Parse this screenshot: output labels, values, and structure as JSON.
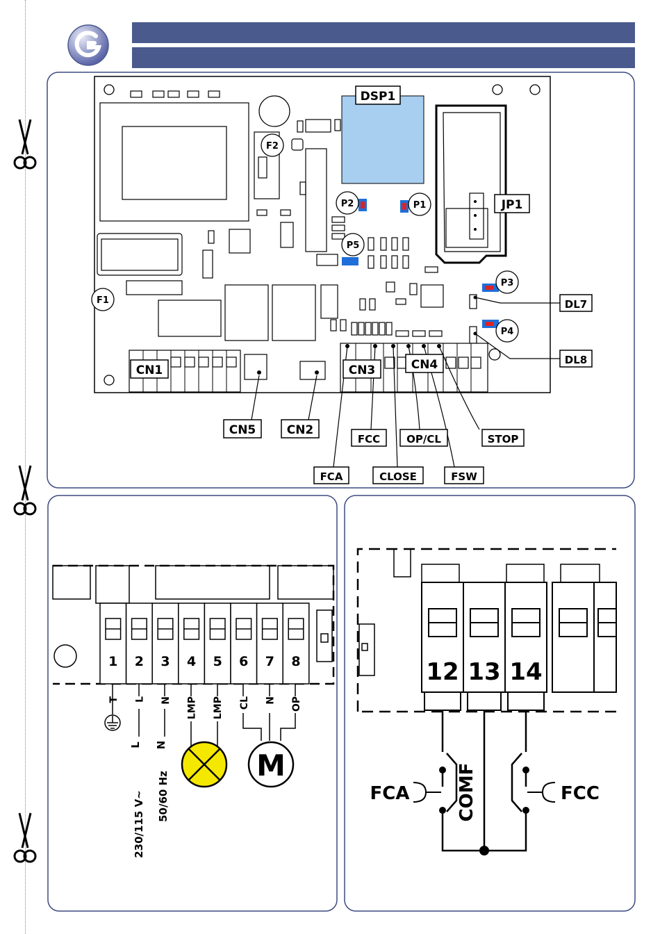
{
  "colors": {
    "header_bar": "#4b5a8c",
    "frame_stroke": "#3d4a80",
    "display_fill": "#a8cef0",
    "trimmer_fill": "#1e6fd9",
    "trimmer_dot": "#d22",
    "lamp_fill": "#f5e800",
    "logo_fill": "#8c95c8"
  },
  "icons": {
    "logo": "logo-icon",
    "scissors": "scissors-icon",
    "ground": "ground-icon",
    "lamp": "lamp-icon",
    "motor": "motor-icon"
  },
  "board": {
    "components": [
      "DSP1",
      "F2",
      "P2",
      "P1",
      "JP1",
      "P5",
      "F1",
      "P3",
      "P4",
      "DL7",
      "DL8"
    ],
    "connectors": [
      "CN1",
      "CN5",
      "CN2",
      "CN3",
      "CN4"
    ],
    "terminal_labels": [
      "FCC",
      "OP/CL",
      "STOP",
      "FCA",
      "CLOSE",
      "FSW"
    ]
  },
  "wiring_left": {
    "terminals": [
      "1",
      "2",
      "3",
      "4",
      "5",
      "6",
      "7",
      "8"
    ],
    "functions": [
      "T",
      "L",
      "N",
      "LMP",
      "LMP",
      "CL",
      "N",
      "OP"
    ],
    "supply_labels": [
      "L",
      "N"
    ],
    "supply_voltage": "230/115 V~",
    "supply_freq": "50/60 Hz",
    "motor_letter": "M"
  },
  "wiring_right": {
    "terminals": [
      "12",
      "13",
      "14"
    ],
    "common": "COMF",
    "left_switch": "FCA",
    "right_switch": "FCC"
  }
}
